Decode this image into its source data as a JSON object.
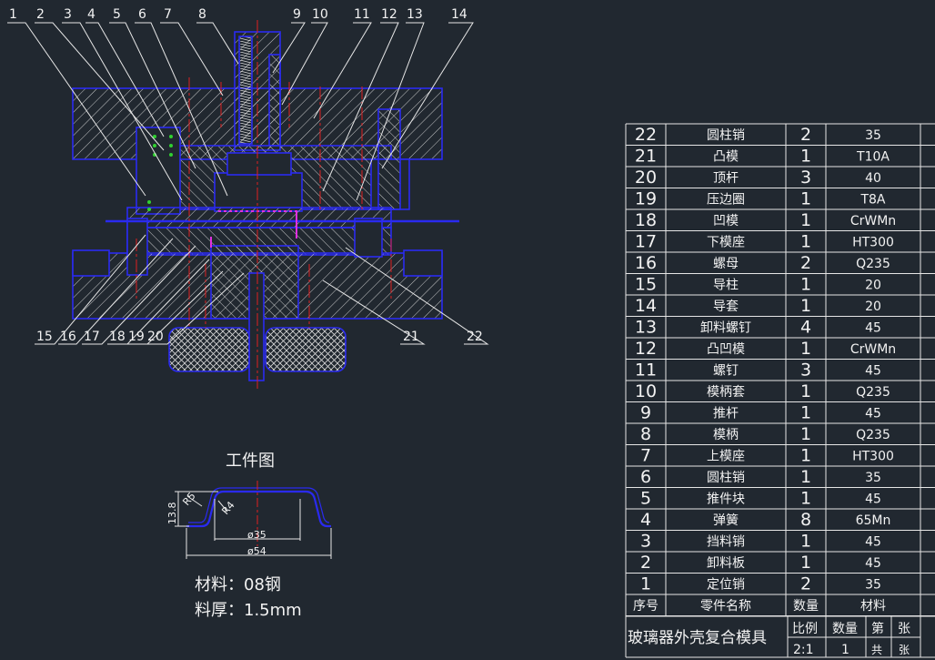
{
  "drawing": {
    "balloon_numbers_top": [
      "1",
      "2",
      "3",
      "4",
      "5",
      "6",
      "7",
      "8",
      "9",
      "10",
      "11",
      "12",
      "13",
      "14"
    ],
    "balloon_numbers_bottom": [
      "15",
      "16",
      "17",
      "18",
      "19",
      "20",
      "21",
      "22"
    ]
  },
  "workpiece": {
    "title": "工件图",
    "dims": {
      "height": "13.8",
      "r_outer": "R5",
      "r_inner": "R4",
      "d_inner": "ø35",
      "d_outer": "ø54"
    },
    "material_label": "材料：08钢",
    "thickness_label": "料厚：1.5mm"
  },
  "bom": {
    "rows": [
      {
        "no": "22",
        "name": "圆柱销",
        "qty": "2",
        "mat": "35"
      },
      {
        "no": "21",
        "name": "凸模",
        "qty": "1",
        "mat": "T10A"
      },
      {
        "no": "20",
        "name": "顶杆",
        "qty": "3",
        "mat": "40"
      },
      {
        "no": "19",
        "name": "压边圈",
        "qty": "1",
        "mat": "T8A"
      },
      {
        "no": "18",
        "name": "凹模",
        "qty": "1",
        "mat": "CrWMn"
      },
      {
        "no": "17",
        "name": "下模座",
        "qty": "1",
        "mat": "HT300"
      },
      {
        "no": "16",
        "name": "螺母",
        "qty": "2",
        "mat": "Q235"
      },
      {
        "no": "15",
        "name": "导柱",
        "qty": "1",
        "mat": "20"
      },
      {
        "no": "14",
        "name": "导套",
        "qty": "1",
        "mat": "20"
      },
      {
        "no": "13",
        "name": "卸料螺钉",
        "qty": "4",
        "mat": "45"
      },
      {
        "no": "12",
        "name": "凸凹模",
        "qty": "1",
        "mat": "CrWMn"
      },
      {
        "no": "11",
        "name": "螺钉",
        "qty": "3",
        "mat": "45"
      },
      {
        "no": "10",
        "name": "模柄套",
        "qty": "1",
        "mat": "Q235"
      },
      {
        "no": "9",
        "name": "推杆",
        "qty": "1",
        "mat": "45"
      },
      {
        "no": "8",
        "name": "模柄",
        "qty": "1",
        "mat": "Q235"
      },
      {
        "no": "7",
        "name": "上模座",
        "qty": "1",
        "mat": "HT300"
      },
      {
        "no": "6",
        "name": "圆柱销",
        "qty": "1",
        "mat": "35"
      },
      {
        "no": "5",
        "name": "推件块",
        "qty": "1",
        "mat": "45"
      },
      {
        "no": "4",
        "name": "弹簧",
        "qty": "8",
        "mat": "65Mn"
      },
      {
        "no": "3",
        "name": "挡料销",
        "qty": "1",
        "mat": "45"
      },
      {
        "no": "2",
        "name": "卸料板",
        "qty": "1",
        "mat": "45"
      },
      {
        "no": "1",
        "name": "定位销",
        "qty": "2",
        "mat": "35"
      }
    ],
    "header": {
      "no": "序号",
      "name": "零件名称",
      "qty": "数量",
      "mat": "材料"
    },
    "title_block": {
      "title": "玻璃器外壳复合模具",
      "scale_label": "比例",
      "qty_label": "数量",
      "sheet_label": "第",
      "sheet_unit": "张",
      "scale_value": "2:1",
      "qty_value": "1",
      "total_label": "共",
      "sheet_value": "张"
    }
  },
  "colors": {
    "background": "#212830",
    "outline": "#2a2af0",
    "hatch": "#d8d8d8",
    "center": "#e02020",
    "accent": "#e030e0",
    "spring": "#30d030",
    "table_line": "#e6e6e6",
    "text": "#f2f2f2"
  }
}
